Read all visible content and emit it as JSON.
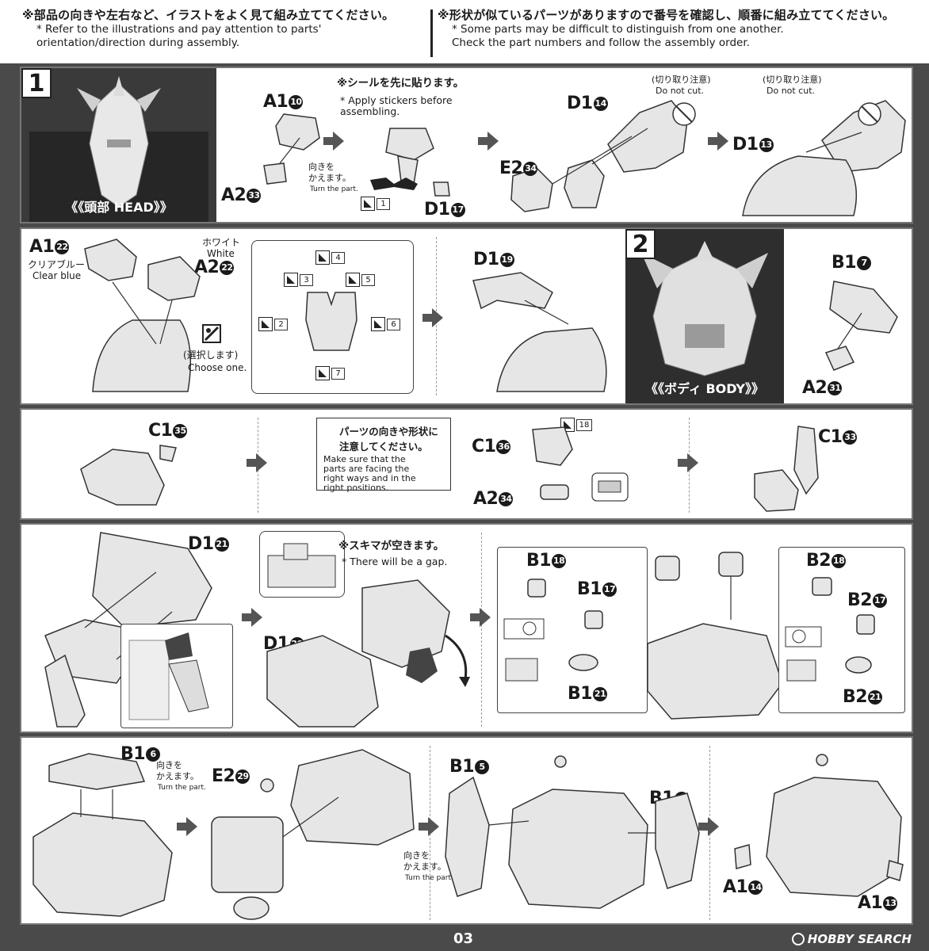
{
  "header": {
    "left_jp": "※部品の向きや左右など、イラストをよく見て組み立ててください。",
    "left_en": "* Refer to the illustrations and pay attention to parts'\norientation/direction during assembly.",
    "right_jp": "※形状が似ているパーツがありますので番号を確認し、順番に組み立ててください。",
    "right_en": "* Some parts may be difficult to distinguish from one another.\nCheck the part numbers and follow the assembly order."
  },
  "steps": {
    "step1_number": "1",
    "step1_tag": "《《頭部 HEAD》》",
    "step2_number": "2",
    "step2_tag": "《《ボディ BODY》》"
  },
  "row1": {
    "a1_10": "A1",
    "a1_10_n": "10",
    "a2_33": "A2",
    "a2_33_n": "33",
    "sticker_note_jp": "※シールを先に貼ります。",
    "sticker_note_en": "* Apply stickers before\nassembling.",
    "turn_jp": "向きを\nかえます。",
    "turn_en": "Turn the part.",
    "sticker_1": "1",
    "d1_17": "D1",
    "d1_17_n": "17",
    "d1_14": "D1",
    "d1_14_n": "14",
    "e2_34": "E2",
    "e2_34_n": "34",
    "cut_jp_1": "(切り取り注意)",
    "cut_en_1": "Do not cut.",
    "d1_13": "D1",
    "d1_13_n": "13",
    "cut_jp_2": "(切り取り注意)",
    "cut_en_2": "Do not cut."
  },
  "row2": {
    "a1_22": "A1",
    "a1_22_n": "22",
    "clear_blue_jp": "クリアブルー",
    "clear_blue_en": "Clear blue",
    "white_jp": "ホワイト",
    "white_en": "White",
    "a2_22": "A2",
    "a2_22_n": "22",
    "choose_jp": "(選択します)",
    "choose_en": "Choose one.",
    "stickers": [
      "2",
      "3",
      "4",
      "5",
      "6",
      "7"
    ],
    "d1_19": "D1",
    "d1_19_n": "19",
    "b1_7": "B1",
    "b1_7_n": "7",
    "a2_31": "A2",
    "a2_31_n": "31"
  },
  "row3": {
    "c1_35": "C1",
    "c1_35_n": "35",
    "caution_jp": "パーツの向きや形状に\n注意してください。",
    "caution_en": "Make sure that the\nparts are facing the\nright ways and in the\nright positions.",
    "c1_36": "C1",
    "c1_36_n": "36",
    "sticker_18": "18",
    "a2_34": "A2",
    "a2_34_n": "34",
    "c1_33": "C1",
    "c1_33_n": "33"
  },
  "row4": {
    "d1_21": "D1",
    "d1_21_n": "21",
    "gap_jp": "※スキマが空きます。",
    "gap_en": "* There will be a gap.",
    "d1_20": "D1",
    "d1_20_n": "20",
    "b1_18": "B1",
    "b1_18_n": "18",
    "b1_17": "B1",
    "b1_17_n": "17",
    "b1_21": "B1",
    "b1_21_n": "21",
    "b2_18": "B2",
    "b2_18_n": "18",
    "b2_17": "B2",
    "b2_17_n": "17",
    "b2_21": "B2",
    "b2_21_n": "21"
  },
  "row5": {
    "b1_6": "B1",
    "b1_6_n": "6",
    "turn1_jp": "向きを\nかえます。",
    "turn1_en": "Turn the part.",
    "e2_29": "E2",
    "e2_29_n": "29",
    "b1_5": "B1",
    "b1_5_n": "5",
    "turn2_jp": "向きを\nかえます。",
    "turn2_en": "Turn the part.",
    "b1_4": "B1",
    "b1_4_n": "4",
    "a1_14": "A1",
    "a1_14_n": "14",
    "a1_13": "A1",
    "a1_13_n": "13"
  },
  "footer": {
    "page": "03",
    "watermark": "HOBBY SEARCH"
  },
  "colors": {
    "frame": "#4a4a4a",
    "ink": "#1a1a1a",
    "part_fill": "#e6e6e6",
    "part_dark": "#555555"
  }
}
